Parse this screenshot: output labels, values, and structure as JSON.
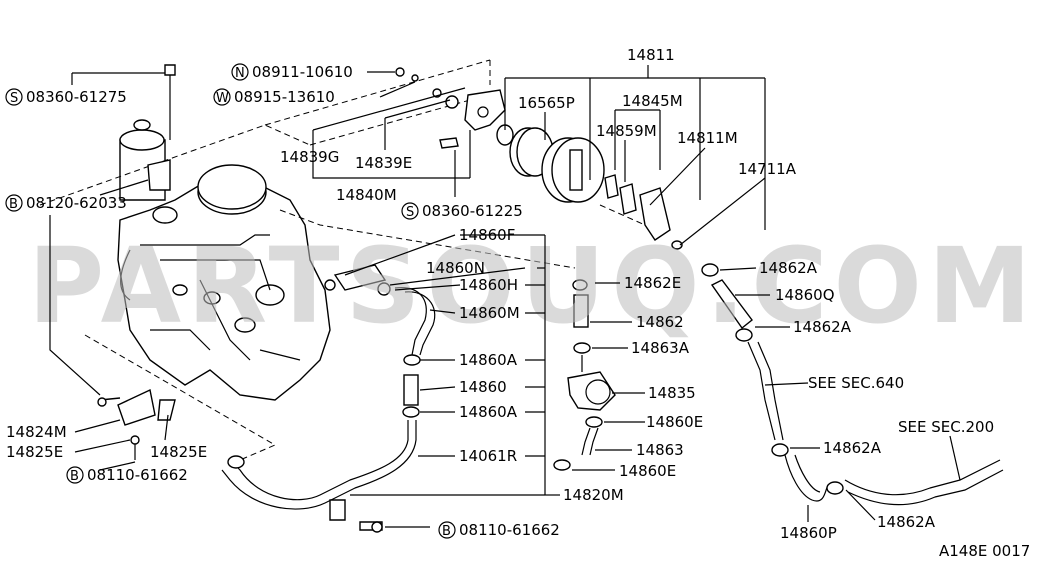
{
  "watermark": "PARTSOUQ.COM",
  "figure_code": "A148E 0017",
  "labels": {
    "p14811": "14811",
    "p16565p": "16565P",
    "p14845m": "14845M",
    "p14859m": "14859M",
    "p14811m": "14811M",
    "p14711a": "14711A",
    "p14839g": "14839G",
    "p14839e": "14839E",
    "p14840m": "14840M",
    "n08911": "08911-10610",
    "w08915": "08915-13610",
    "s08360a": "08360-61275",
    "b08120": "08120-62033",
    "s08360b": "08360-61225",
    "p14860f": "14860F",
    "p14860n": "14860N",
    "p14860h": "14860H",
    "p14860m": "14860M",
    "p14860a1": "14860A",
    "p14860": "14860",
    "p14860a2": "14860A",
    "p14061r": "14061R",
    "p14820m": "14820M",
    "b08110b": "08110-61662",
    "p14862e": "14862E",
    "p14862": "14862",
    "p14863a": "14863A",
    "p14835": "14835",
    "p14860e1": "14860E",
    "p14863": "14863",
    "p14860e2": "14860E",
    "p14862a1": "14862A",
    "p14860q": "14860Q",
    "p14862a2": "14862A",
    "see640": "SEE SEC.640",
    "see200": "SEE SEC.200",
    "p14862a3": "14862A",
    "p14860p": "14860P",
    "p14862a4": "14862A",
    "p14824m": "14824M",
    "p14825e1": "14825E",
    "p14825e2": "14825E",
    "b08110a": "08110-61662"
  },
  "prefix_letters": {
    "n": "N",
    "w": "W",
    "s": "S",
    "b": "B"
  }
}
